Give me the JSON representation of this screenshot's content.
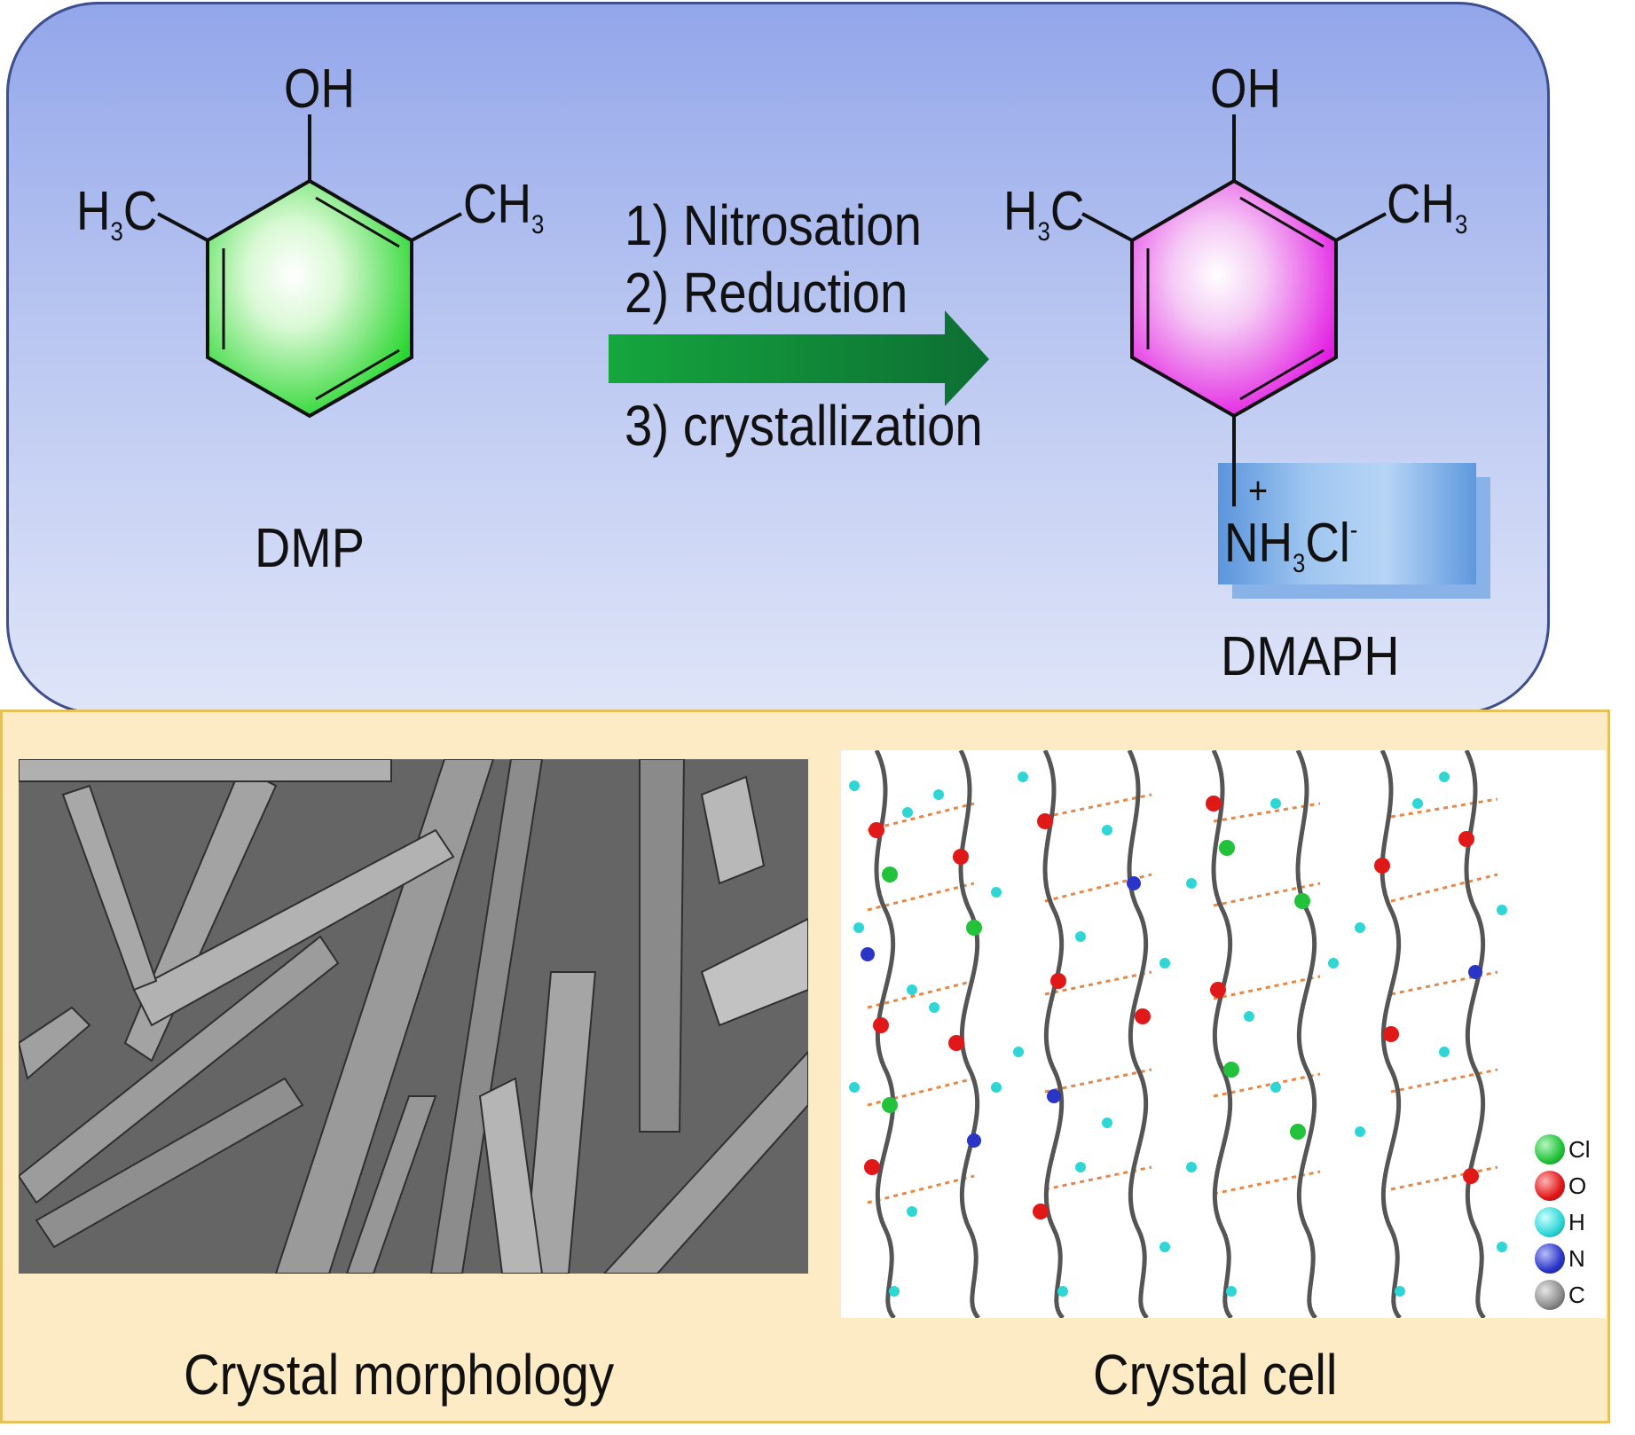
{
  "reaction": {
    "reactant": {
      "oh": "OH",
      "left_methyl": {
        "main": "H",
        "sub": "3",
        "tail": "C"
      },
      "right_methyl": {
        "main": "CH",
        "sub": "3"
      },
      "name": "DMP",
      "ring_color": "#2ee02e"
    },
    "steps": [
      "1) Nitrosation",
      "2) Reduction",
      "3) crystallization"
    ],
    "arrow_color": "#0f8a3a",
    "product": {
      "oh": "OH",
      "left_methyl": {
        "main": "H",
        "sub": "3",
        "tail": "C"
      },
      "right_methyl": {
        "main": "CH",
        "sub": "3"
      },
      "charge": "+",
      "salt": {
        "a": "NH",
        "sub": "3",
        "b": "Cl",
        "sup": "-"
      },
      "name": "DMAPH",
      "ring_color": "#e020e0"
    }
  },
  "panels": {
    "morphology_caption": "Crystal morphology",
    "cell_caption": "Crystal cell"
  },
  "legend": [
    {
      "label": "Cl",
      "color": "#22c23a"
    },
    {
      "label": "O",
      "color": "#e01818"
    },
    {
      "label": "H",
      "color": "#2fd6d6"
    },
    {
      "label": "N",
      "color": "#2a35c8"
    },
    {
      "label": "C",
      "color": "#8a8a8a"
    }
  ]
}
